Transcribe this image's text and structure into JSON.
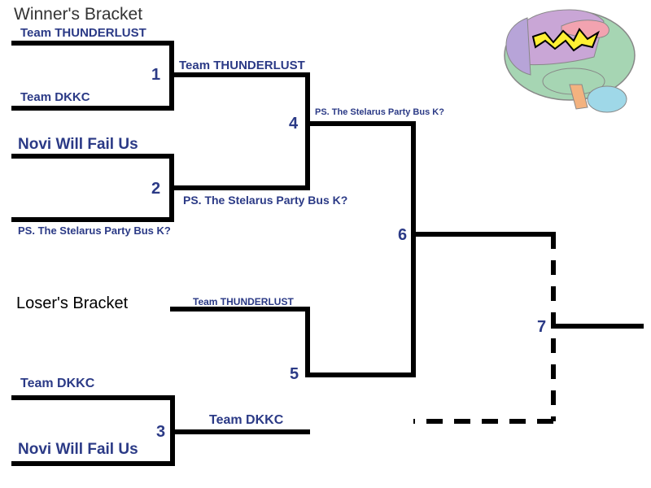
{
  "winners_title": "Winner's Bracket",
  "losers_title": "Loser's Bracket",
  "teams": {
    "r1_top": "Team THUNDERLUST",
    "r1_bot": "Team DKKC",
    "r2_top": "Novi Will Fail Us",
    "r2_bot": "PS. The Stelarus Party Bus K?",
    "m1_winner": "Team THUNDERLUST",
    "m2_winner": "PS. The Stelarus Party Bus K?",
    "m4_winner": "PS. The Stelarus Party Bus K?",
    "l1_top": "Team THUNDERLUST",
    "l3_top": "Team DKKC",
    "l3_bot": "Novi Will Fail Us",
    "m3_winner": "Team DKKC"
  },
  "match_numbers": [
    "1",
    "2",
    "3",
    "4",
    "5",
    "6",
    "7"
  ],
  "colors": {
    "line": "#000000",
    "team_text": "#2b3a86",
    "section_title": "#333333",
    "brain_green": "#a6d5b3",
    "brain_purple": "#c9a6d6",
    "brain_lilac": "#b7a4d8",
    "brain_pink": "#f2a3b0",
    "brain_yellow": "#ffef33",
    "brain_stem": "#f3b27f",
    "brain_cerebellum": "#9fd8e8"
  },
  "icons": {
    "logo": "brain-icon"
  }
}
